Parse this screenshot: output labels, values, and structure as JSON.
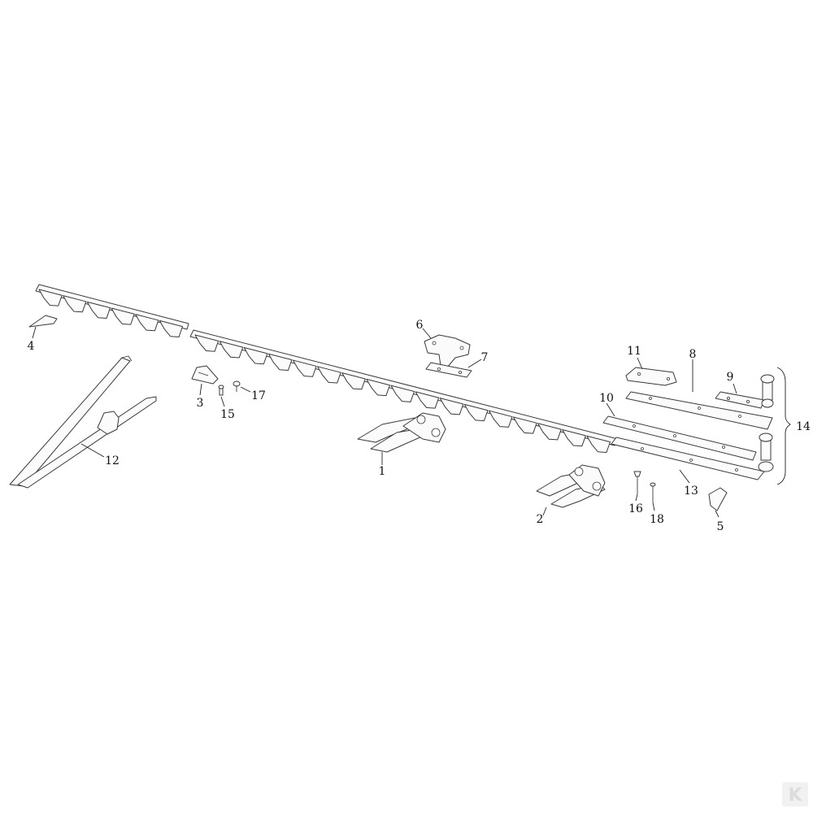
{
  "diagram": {
    "callouts": {
      "c1": "1",
      "c2": "2",
      "c3": "3",
      "c4": "4",
      "c5": "5",
      "c6": "6",
      "c7": "7",
      "c8": "8",
      "c9": "9",
      "c10": "10",
      "c11": "11",
      "c12": "12",
      "c13": "13",
      "c14": "14",
      "c15": "15",
      "c16": "16",
      "c17": "17",
      "c18": "18"
    },
    "watermark_logo": "K"
  }
}
